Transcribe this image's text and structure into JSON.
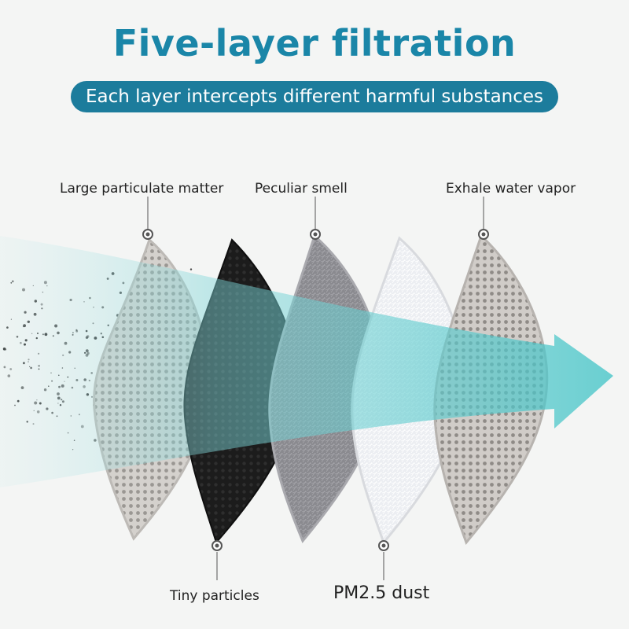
{
  "header": {
    "title": "Five-layer filtration",
    "subtitle": "Each layer intercepts different harmful substances"
  },
  "callouts": {
    "large_particulate": "Large particulate matter",
    "peculiar_smell": "Peculiar smell",
    "exhale_water_vapor": "Exhale water vapor",
    "tiny_particles": "Tiny particles",
    "pm25_dust": "PM2.5 dust"
  },
  "colors": {
    "title": "#1a86a8",
    "pill": "#1c7c9c",
    "airflow": "#49c6c8",
    "layer_outer": "#d2cfcb",
    "layer_carbon": "#1c1c1c",
    "layer_grey": "#8a8a8f",
    "layer_white": "#eef0f4",
    "layer_inner": "#cfcbc7"
  },
  "icons": {
    "callout_marker": "ring-dot-icon",
    "airflow": "arrow-right-icon"
  }
}
